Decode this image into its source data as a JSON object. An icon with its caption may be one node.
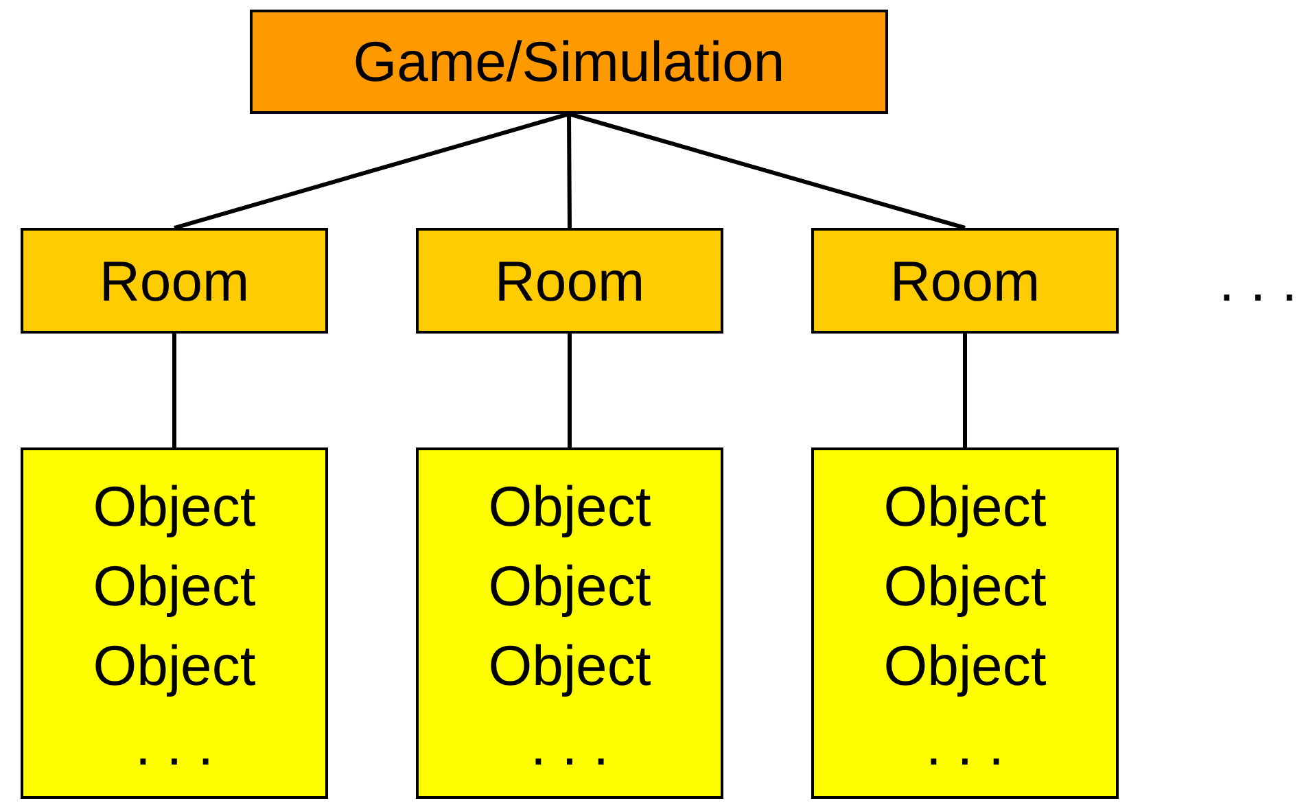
{
  "diagram": {
    "nodes": [
      {
        "text": [
          "Game/Simulation"
        ]
      },
      {
        "text": [
          "Room"
        ]
      },
      {
        "text": [
          "Room"
        ]
      },
      {
        "text": [
          "Room"
        ]
      },
      {
        "text": [
          "Object",
          "Object",
          "Object",
          ". . ."
        ]
      },
      {
        "text": [
          "Object",
          "Object",
          "Object",
          ". . ."
        ]
      },
      {
        "text": [
          "Object",
          "Object",
          "Object",
          ". . ."
        ]
      }
    ],
    "edges": [
      {
        "from": 0,
        "to": 1,
        "arrow": "none"
      },
      {
        "from": 0,
        "to": 2,
        "arrow": "none"
      },
      {
        "from": 0,
        "to": 3,
        "arrow": "none"
      },
      {
        "from": 1,
        "to": 4,
        "arrow": "none"
      },
      {
        "from": 2,
        "to": 5,
        "arrow": "none"
      },
      {
        "from": 3,
        "to": 6,
        "arrow": "none"
      }
    ],
    "labels": [
      ". . ."
    ]
  }
}
